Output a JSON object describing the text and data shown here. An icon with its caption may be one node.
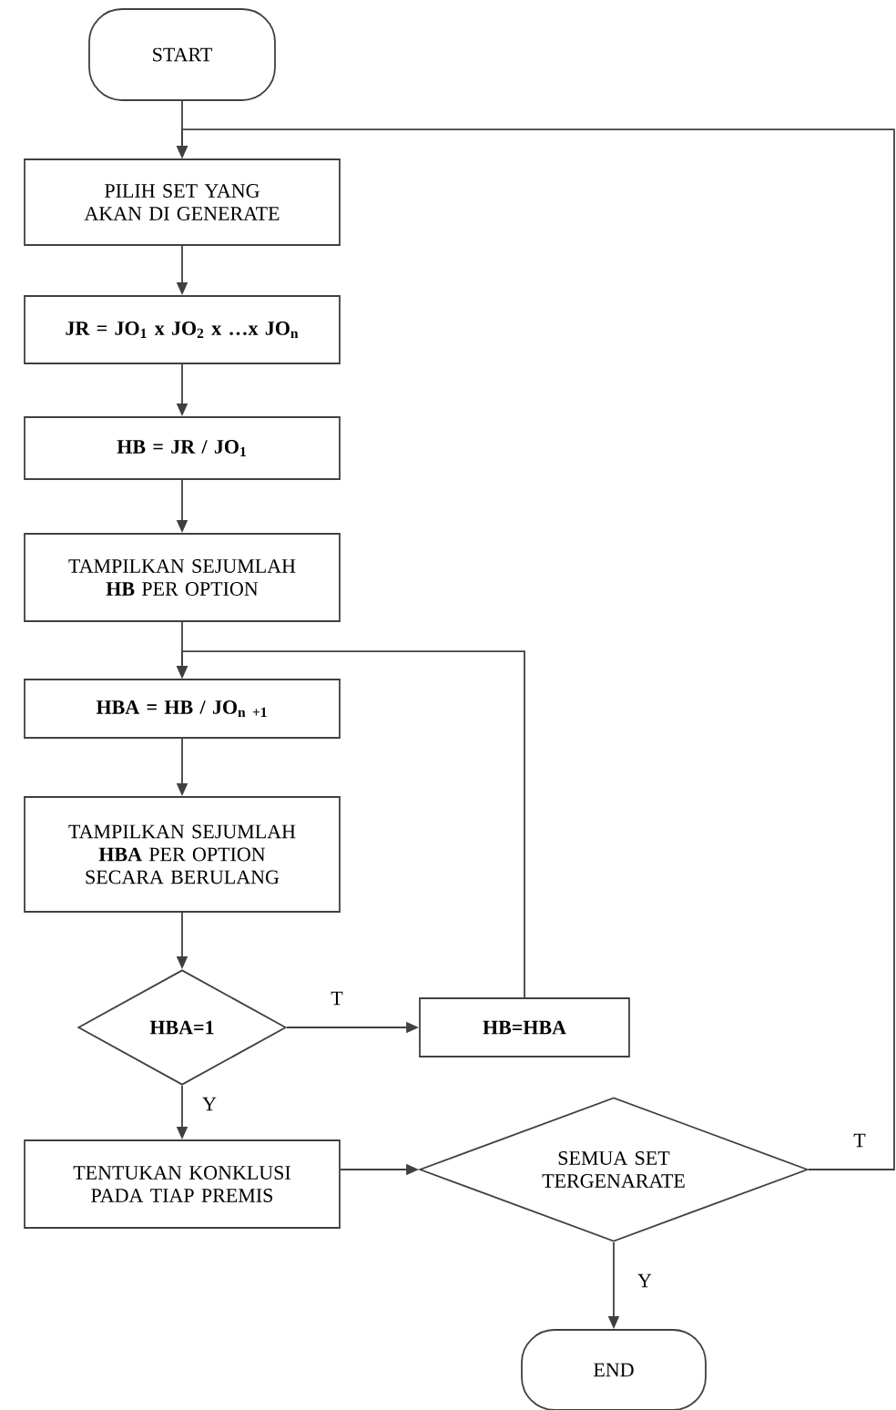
{
  "diagram": {
    "nodes": [
      {
        "text": [
          "START"
        ]
      },
      {
        "text": [
          "PILIH SET YANG AKAN DI GENERATE"
        ]
      },
      {
        "text": [
          "JR = JO$_{1}$ x JO$_{2}$ x …x JO$_{n}$"
        ]
      },
      {
        "text": [
          "HB = JR / JO$_{1}$"
        ]
      },
      {
        "text": [
          "TAMPILKAN SEJUMLAH **HB** PER OPTION"
        ]
      },
      {
        "text": [
          "HBA = HB / JO$_{n +1}$"
        ]
      },
      {
        "text": [
          "TAMPILKAN SEJUMLAH **HBA** PER OPTION SECARA BERULANG"
        ]
      },
      {
        "text": [
          "HBA=1"
        ]
      },
      {
        "text": [
          "HB=HBA"
        ]
      },
      {
        "text": [
          "TENTUKAN KONKLUSI PADA TIAP PREMIS"
        ]
      },
      {
        "text": [
          "SEMUA SET TERGENARATE"
        ]
      },
      {
        "text": [
          "END"
        ]
      }
    ],
    "edges": [
      {
        "from": 0,
        "to": 1,
        "arrow": "to"
      },
      {
        "from": 1,
        "to": 2,
        "arrow": "to"
      },
      {
        "from": 2,
        "to": 3,
        "arrow": "to"
      },
      {
        "from": 3,
        "to": 4,
        "arrow": "to"
      },
      {
        "from": 4,
        "to": 5,
        "arrow": "to"
      },
      {
        "from": 5,
        "to": 6,
        "arrow": "to"
      },
      {
        "from": 6,
        "to": 7,
        "arrow": "to"
      },
      {
        "from": 7,
        "to": 8,
        "arrow": "to",
        "label": "T"
      },
      {
        "from": 8,
        "to": 5,
        "arrow": "to"
      },
      {
        "from": 7,
        "to": 9,
        "arrow": "to",
        "label": "Y"
      },
      {
        "from": 9,
        "to": 10,
        "arrow": "to"
      },
      {
        "from": 10,
        "to": 11,
        "arrow": "to",
        "label": "Y"
      },
      {
        "from": 10,
        "to": 1,
        "arrow": "to",
        "label": "T"
      }
    ]
  }
}
